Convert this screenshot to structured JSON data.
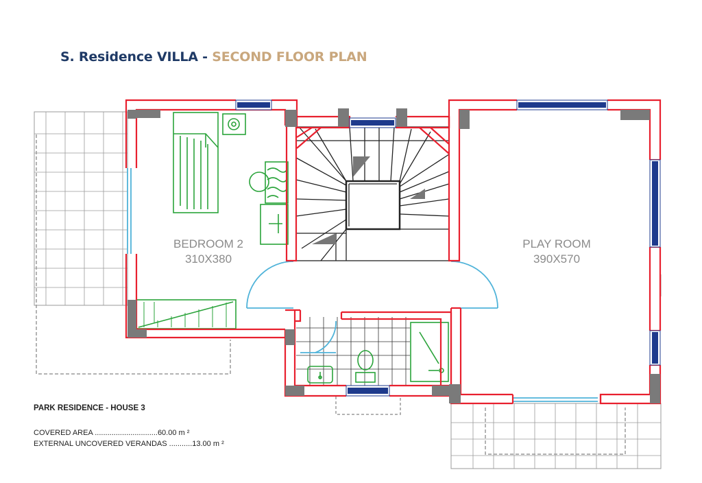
{
  "title": {
    "part1": "S. Residence VILLA - ",
    "part2": "SECOND FLOOR PLAN"
  },
  "rooms": {
    "bedroom": {
      "name": "BEDROOM 2",
      "size": "310X380"
    },
    "playroom": {
      "name": "PLAY ROOM",
      "size": "390X570"
    }
  },
  "project": "PARK RESIDENCE - HOUSE 3",
  "areas": [
    {
      "label": "COVERED AREA ..............................",
      "value": "60.00 m ²"
    },
    {
      "label": "EXTERNAL UNCOVERED VERANDAS ...........",
      "value": "13.00 m ²"
    }
  ],
  "colors": {
    "wall": "#e8202e",
    "window": "#1e3a8c",
    "door": "#4fb3d9",
    "furniture": "#2aa33a",
    "stairs": "#222222",
    "title_dark": "#1f3a66",
    "title_accent": "#c9a77d"
  }
}
